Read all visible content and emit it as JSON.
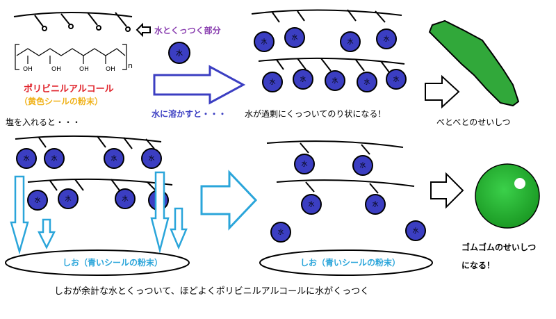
{
  "labels": {
    "bonding_part": "水とくっつく部分",
    "pva_name": "ポリビニルアルコール",
    "yellow_powder": "（黄色シールの粉末）",
    "dissolve": "水に溶かすと・・・",
    "excess_water": "水が過剰にくっついてのり状になる！",
    "sticky": "べとべとのせいしつ",
    "add_salt": "塩を入れると・・・",
    "salt_blue_1": "しお（青いシールの粉末）",
    "salt_blue_2": "しお（青いシールの粉末）",
    "rubber_1": "ゴムゴムのせいしつ",
    "rubber_2": "になる！",
    "bottom_caption": "しおが余計な水とくっついて、ほどよくポリビニルアルコールに水がくっつく",
    "n_sub": "n",
    "oh": "OH",
    "water": "水"
  },
  "colors": {
    "water_fill": "#3b3ec2",
    "arrow_blue": "#3b3ec2",
    "arrow_cyan": "#2aa5da",
    "red_label": "#e0222a",
    "yellow_label": "#f0b21a",
    "purple_label": "#8a3fb0",
    "green_blob": "#31a83a",
    "green_ball": "#1fae2a"
  }
}
